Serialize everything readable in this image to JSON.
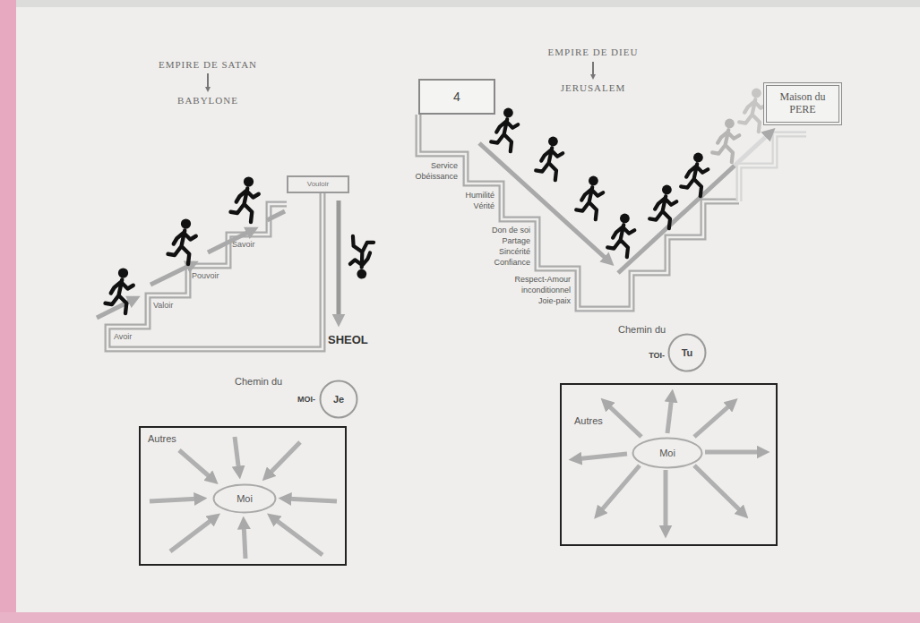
{
  "diagram": {
    "nodes": [
      {
        "text": [
          "Vouloir"
        ]
      },
      {
        "text": [
          "4"
        ]
      },
      {
        "text": [
          "Maison du PERE"
        ]
      },
      {
        "text": [
          "Je"
        ]
      },
      {
        "text": [
          "Tu"
        ]
      },
      {
        "text": [
          "Autres"
        ]
      },
      {
        "text": [
          "Moi"
        ],
        "in": 5
      },
      {
        "text": [
          "Autres"
        ]
      },
      {
        "text": [
          "Moi"
        ],
        "in": 7
      }
    ],
    "labels": [
      "EMPIRE DE SATAN",
      "BABYLONE",
      "Avoir",
      "Valoir",
      "Pouvoir",
      "Savoir",
      "SHEOL",
      "Chemin du",
      "MOI-",
      "EMPIRE DE DIEU",
      "JERUSALEM",
      "Service",
      "Obéissance",
      "Humilité",
      "Vérité",
      "Don de soi",
      "Partage",
      "Sincérité",
      "Confiance",
      "Respect-Amour",
      "inconditionnel",
      "Joie-paix",
      "Chemin du",
      "TOI-"
    ]
  }
}
